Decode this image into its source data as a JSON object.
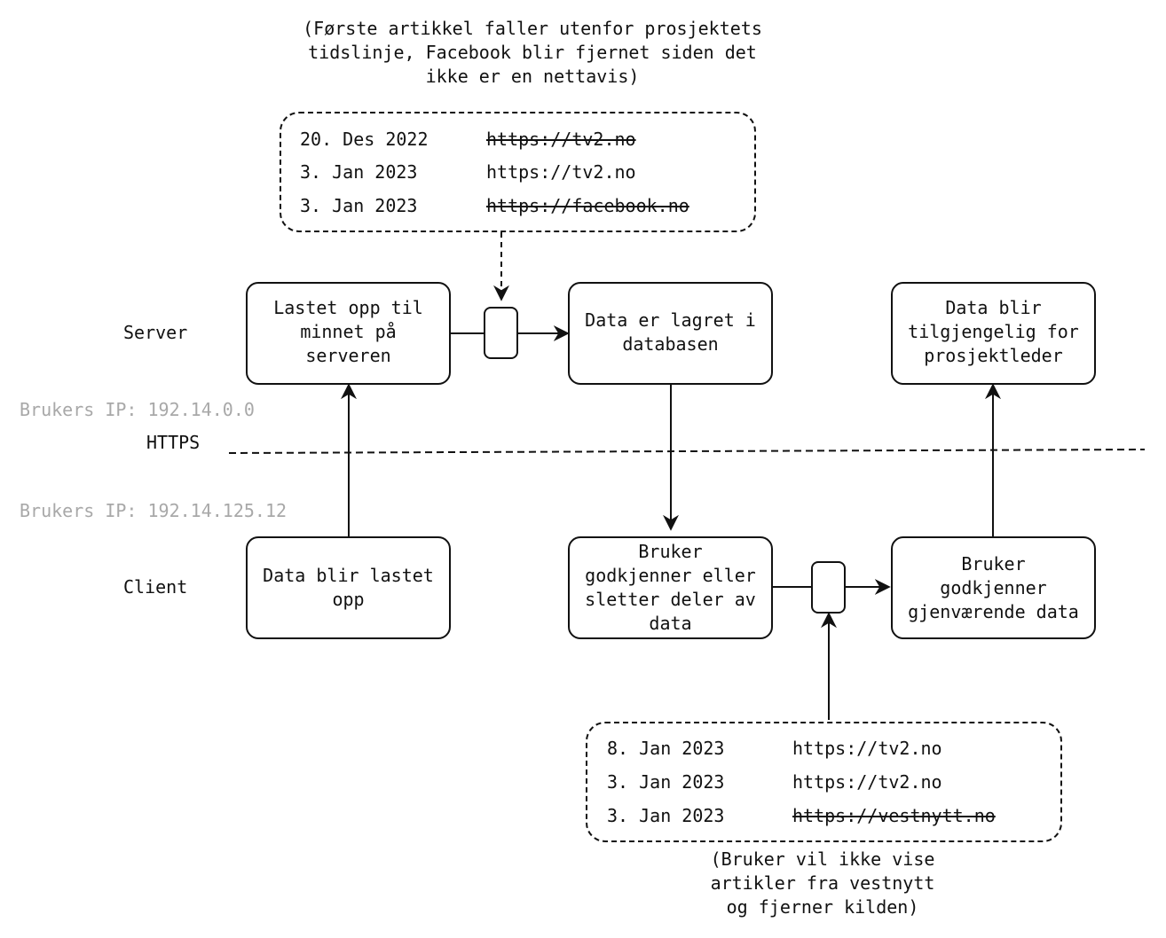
{
  "layers": {
    "server": "Server",
    "client": "Client",
    "protocol": "HTTPS",
    "server_ip": "Brukers IP: 192.14.0.0",
    "client_ip": "Brukers IP: 192.14.125.12"
  },
  "notes": {
    "top": [
      "(Første artikkel faller utenfor prosjektets",
      "tidslinje, Facebook blir fjernet siden det",
      "ikke er en nettavis)"
    ],
    "bottom": [
      "(Bruker vil ikke vise",
      "artikler fra vestnytt",
      "og fjerner kilden)"
    ]
  },
  "boxes": {
    "upload_memory": [
      "Lastet opp til",
      "minnet på",
      "serveren"
    ],
    "stored_db": [
      "Data er lagret i",
      "databasen"
    ],
    "available_pm": [
      "Data blir",
      "tilgjengelig for",
      "prosjektleder"
    ],
    "uploaded": [
      "Data blir lastet",
      "opp"
    ],
    "user_approve_delete": [
      "Bruker",
      "godkjenner eller",
      "sletter deler av",
      "data"
    ],
    "user_approve_remaining": [
      "Bruker",
      "godkjenner",
      "gjenværende data"
    ]
  },
  "tables": {
    "server_filter": [
      {
        "date": "20. Des 2022",
        "url": "https://tv2.no",
        "struck": true
      },
      {
        "date": "3. Jan 2023",
        "url": "https://tv2.no",
        "struck": false
      },
      {
        "date": "3. Jan 2023",
        "url": "https://facebook.no",
        "struck": true
      }
    ],
    "user_filter": [
      {
        "date": "8. Jan 2023",
        "url": "https://tv2.no",
        "struck": false
      },
      {
        "date": "3. Jan 2023",
        "url": "https://tv2.no",
        "struck": false
      },
      {
        "date": "3. Jan 2023",
        "url": "https://vestnytt.no",
        "struck": true
      }
    ]
  }
}
